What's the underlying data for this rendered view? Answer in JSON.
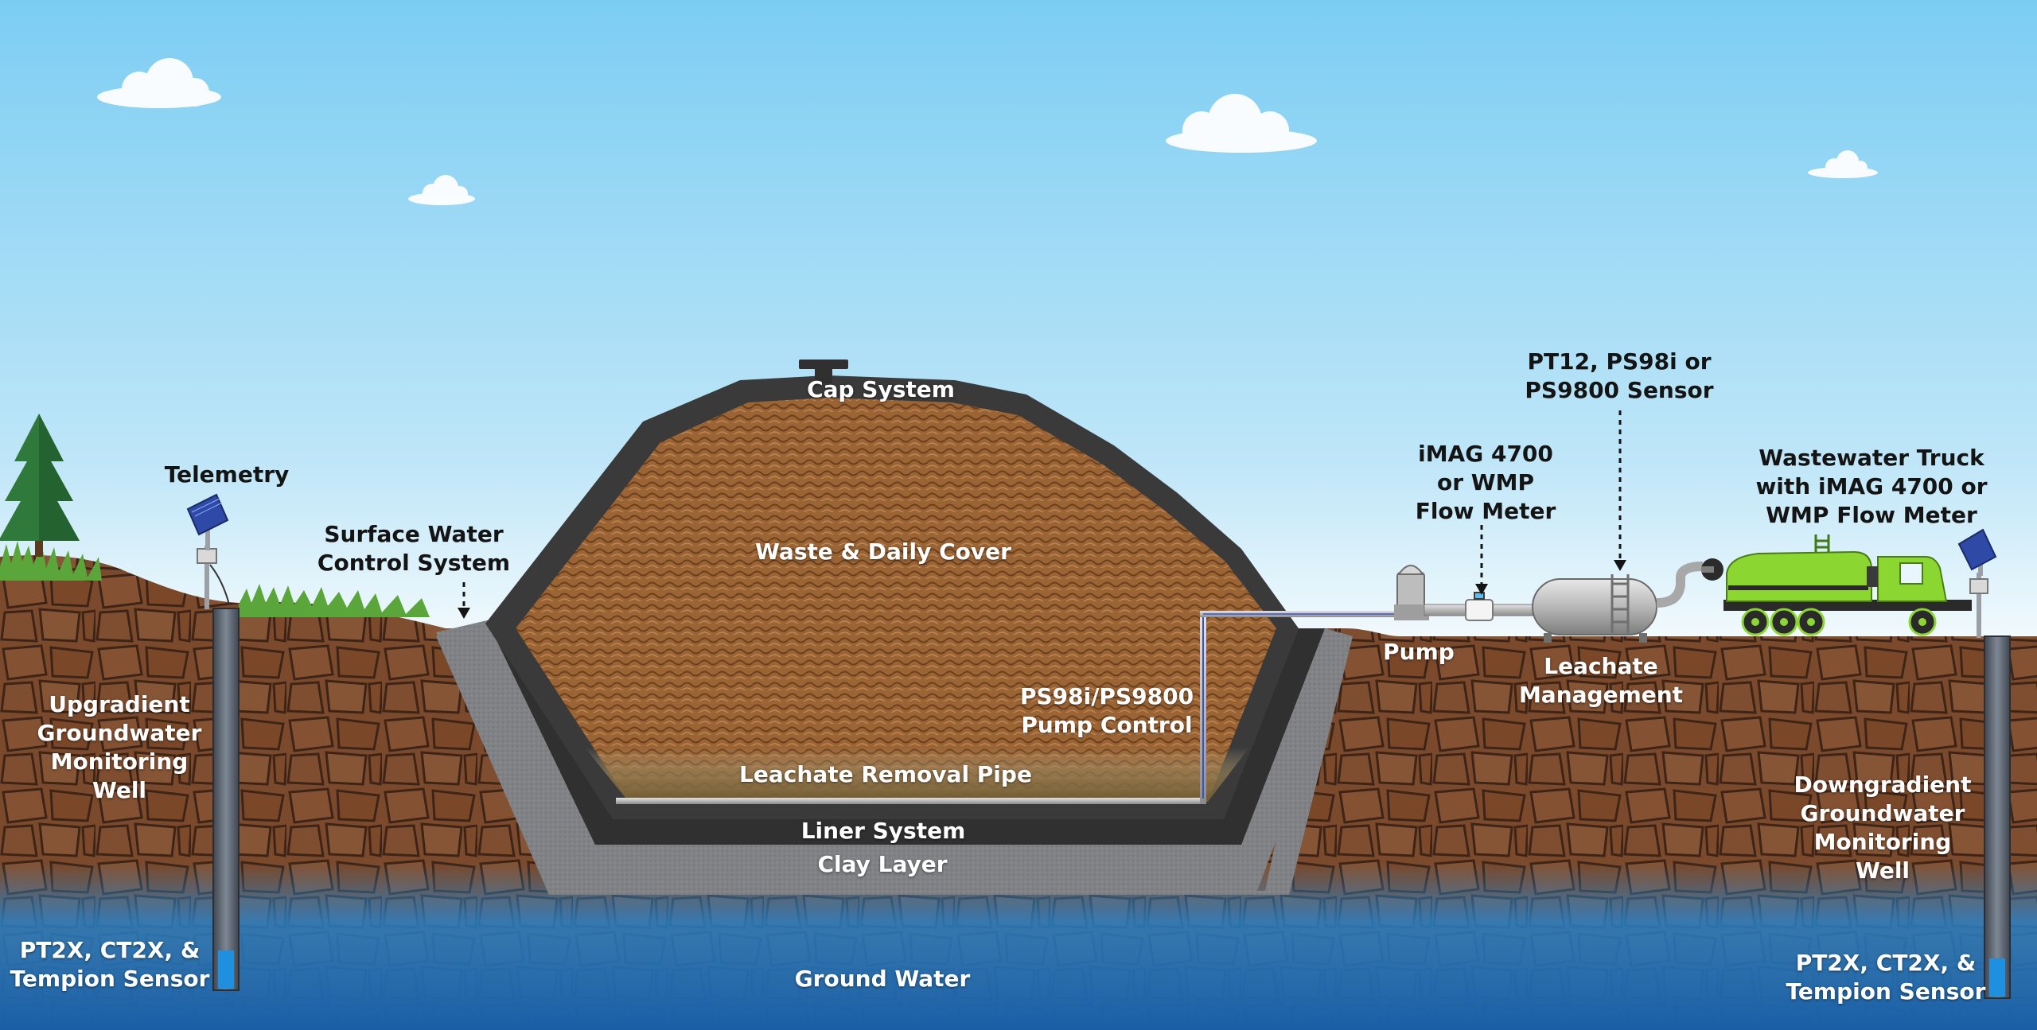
{
  "colors": {
    "sky_top": "#7ccdf3",
    "sky_bottom": "#eef8fd",
    "soil": "#7b4a2c",
    "soil_crack": "#3e2416",
    "waste": "#9a6435",
    "cap": "#3a3a3a",
    "clay": "#7d7f82",
    "groundwater": "#1f6fb6",
    "grass": "#5aa63a",
    "truck": "#8bd630"
  },
  "icons": [
    "cloud-icon",
    "pine-tree-icon",
    "solar-panel-icon",
    "pump-icon",
    "flow-meter-icon",
    "tank-icon",
    "truck-icon",
    "dashed-arrow-icon"
  ],
  "labels": {
    "telemetry": "Telemetry",
    "surface_water": [
      "Surface Water",
      "Control System"
    ],
    "cap_system": "Cap System",
    "waste_cover": "Waste & Daily Cover",
    "pump_control": [
      "PS98i/PS9800",
      "Pump Control"
    ],
    "leachate_pipe": "Leachate Removal Pipe",
    "liner_system": "Liner System",
    "clay_layer": "Clay Layer",
    "ground_water": "Ground Water",
    "upgradient_well": [
      "Upgradient",
      "Groundwater",
      "Monitoring",
      "Well"
    ],
    "downgradient_well": [
      "Downgradient",
      "Groundwater",
      "Monitoring",
      "Well"
    ],
    "sensor_left": [
      "PT2X, CT2X, &",
      "Tempion Sensor"
    ],
    "sensor_right": [
      "PT2X, CT2X, &",
      "Tempion Sensor"
    ],
    "flow_meter": [
      "iMAG 4700",
      "or WMP",
      "Flow Meter"
    ],
    "tank_sensor": [
      "PT12, PS98i or",
      "PS9800 Sensor"
    ],
    "truck": [
      "Wastewater Truck",
      "with iMAG 4700 or",
      "WMP Flow Meter"
    ],
    "pump": "Pump",
    "leachate_management": [
      "Leachate",
      "Management"
    ]
  }
}
